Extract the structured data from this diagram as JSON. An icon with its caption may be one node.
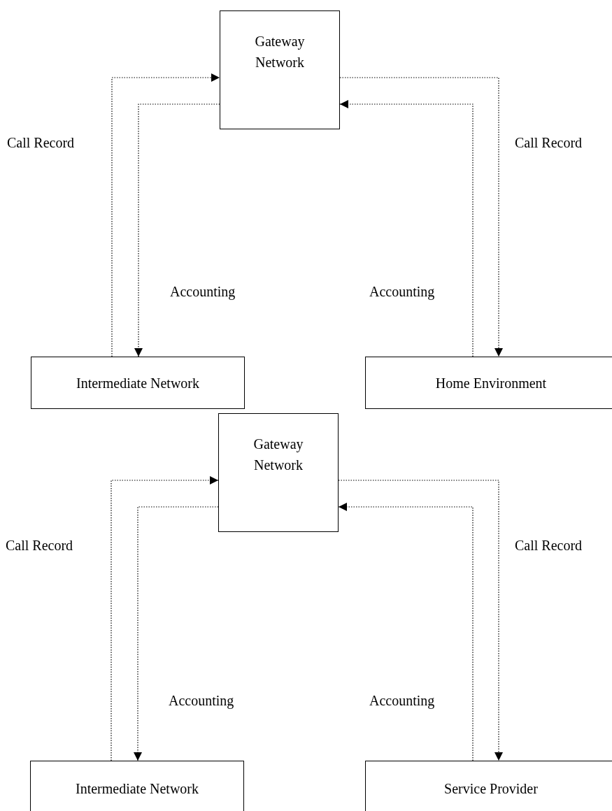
{
  "diagram": {
    "nodes": [
      {
        "text": [
          "Gateway Network"
        ]
      },
      {
        "text": [
          "Intermediate Network"
        ]
      },
      {
        "text": [
          "Home Environment"
        ]
      },
      {
        "text": [
          "Gateway Network"
        ]
      },
      {
        "text": [
          "Intermediate Network"
        ]
      },
      {
        "text": [
          "Service Provider"
        ]
      }
    ],
    "edges": [
      {
        "from": 1,
        "to": 0,
        "arrow": "to",
        "label": "Call Record"
      },
      {
        "from": 0,
        "to": 1,
        "arrow": "to",
        "label": "Accounting"
      },
      {
        "from": 0,
        "to": 2,
        "arrow": "to",
        "label": "Call Record"
      },
      {
        "from": 2,
        "to": 0,
        "arrow": "to",
        "label": "Accounting"
      },
      {
        "from": 4,
        "to": 3,
        "arrow": "to",
        "label": "Call Record"
      },
      {
        "from": 3,
        "to": 4,
        "arrow": "to",
        "label": "Accounting"
      },
      {
        "from": 3,
        "to": 5,
        "arrow": "to",
        "label": "Call Record"
      },
      {
        "from": 5,
        "to": 3,
        "arrow": "to",
        "label": "Accounting"
      }
    ]
  }
}
